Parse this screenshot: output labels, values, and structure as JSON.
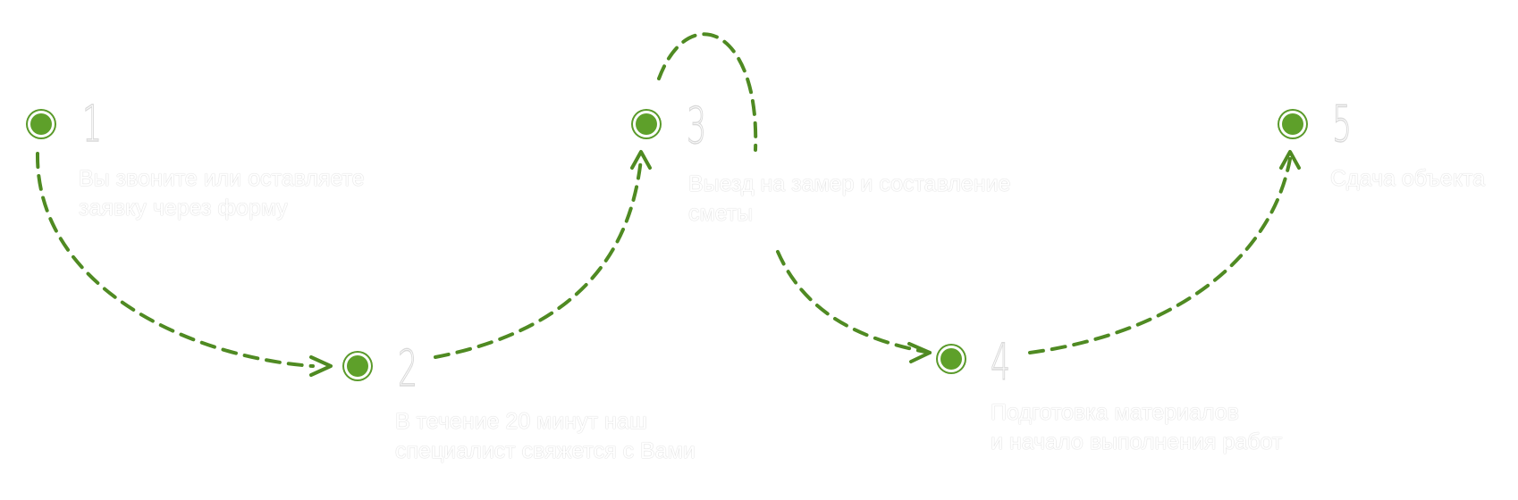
{
  "accent_color": "#5ea02a",
  "steps": [
    {
      "number": "1",
      "text": "Вы звоните или оставляете\nзаявку через форму"
    },
    {
      "number": "2",
      "text": "В течение 20 минут наш\nспециалист свяжется с Вами"
    },
    {
      "number": "3",
      "text": "Выезд на замер и составление\nсметы"
    },
    {
      "number": "4",
      "text": "Подготовка материалов\nи начало выполнения работ"
    },
    {
      "number": "5",
      "text": "Сдача объекта"
    }
  ]
}
